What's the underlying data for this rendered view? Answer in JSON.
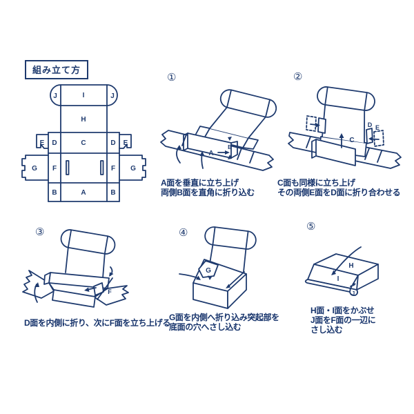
{
  "title": "組み立て方",
  "colors": {
    "ink": "#1e3a6e",
    "background": "#ffffff"
  },
  "flat_pattern": {
    "labels": {
      "j_left": "J",
      "i": "I",
      "j_right": "J",
      "h": "H",
      "e_left": "E",
      "d_left": "D",
      "c": "C",
      "d_right": "D",
      "e_right": "E",
      "g_left": "G",
      "f_left": "F",
      "f_right": "F",
      "g_right": "G",
      "b_left": "B",
      "a": "A",
      "b_right": "B"
    }
  },
  "steps": [
    {
      "number": "①",
      "labels": {
        "a": "A",
        "b": "B"
      },
      "caption_lines": [
        "A面を垂直に立ち上げ",
        "両側B面を直角に折り込む"
      ]
    },
    {
      "number": "②",
      "labels": {
        "c": "C",
        "d": "D",
        "e": "E"
      },
      "caption_lines": [
        "C面も同様に立ち上げ",
        "その両側E面をD面に折り合わせる"
      ]
    },
    {
      "number": "③",
      "labels": {
        "f": "F"
      },
      "caption_lines": [
        "D面を内側に折り、次にF面を立ち上げる"
      ]
    },
    {
      "number": "④",
      "labels": {
        "g": "G"
      },
      "caption_lines": [
        "G面を内側へ折り込み突起部を",
        "底面の穴へさし込む"
      ]
    },
    {
      "number": "⑤",
      "labels": {
        "h": "H",
        "i": "I",
        "j": "J"
      },
      "caption_lines": [
        "H面・I面をかぶせ",
        "J面をF面の一辺に",
        "さし込む"
      ]
    }
  ]
}
